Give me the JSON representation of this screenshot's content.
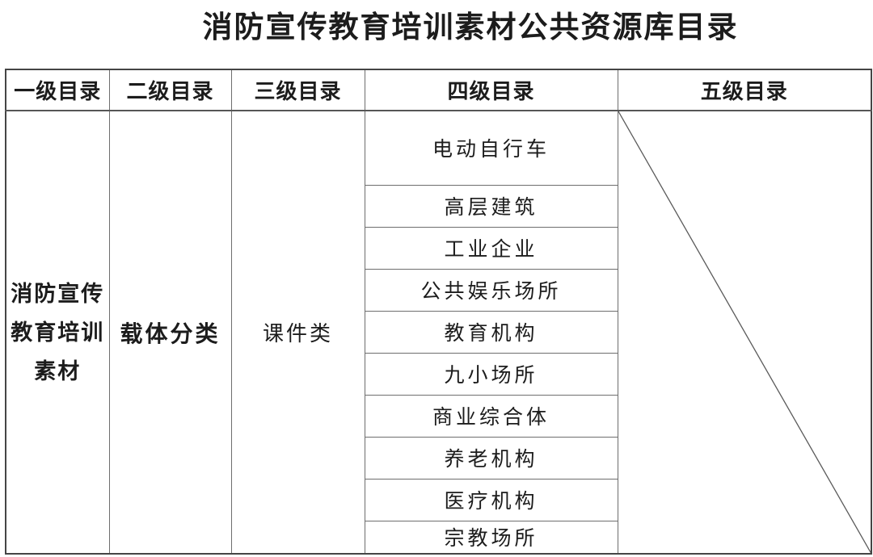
{
  "title": "消防宣传教育培训素材公共资源库目录",
  "table": {
    "headers": [
      "一级目录",
      "二级目录",
      "三级目录",
      "四级目录",
      "五级目录"
    ],
    "level1": "消防宣传\n教育培训\n素材",
    "level2": "载体分类",
    "level3": "课件类",
    "level4_items": [
      "电动自行车",
      "高层建筑",
      "工业企业",
      "公共娱乐场所",
      "教育机构",
      "九小场所",
      "商业综合体",
      "养老机构",
      "医疗机构",
      "宗教场所"
    ],
    "level5_content": ""
  },
  "colors": {
    "background": "#ffffff",
    "text": "#1c1c1c",
    "border_outer": "#454545",
    "border_inner": "#6e6e6e",
    "diagonal_line": "#5a5a5a"
  }
}
